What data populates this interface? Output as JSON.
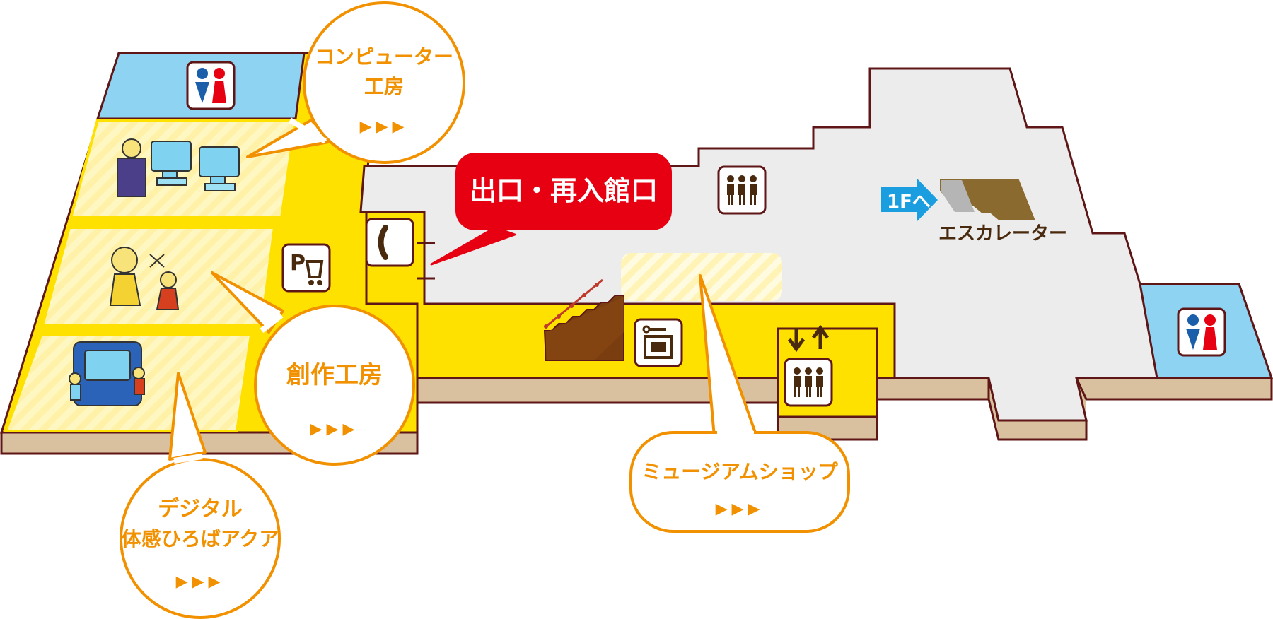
{
  "colors": {
    "outline": "#5e1616",
    "floor_gray": "#ececec",
    "corridor_yellow": "#ffe100",
    "room_stripe": "#fff7c2",
    "wall_tan": "#d9c09f",
    "water_blue": "#8ed3f2",
    "accent_orange": "#f29100",
    "exit_red": "#e60012",
    "arrow_blue": "#1a9ee0",
    "escalator_brown": "#8a6a2e"
  },
  "bubbles": {
    "computer": {
      "line1": "コンピューター",
      "line2": "工房",
      "arrows": "▶▶▶"
    },
    "creative": {
      "line1": "創作工房",
      "arrows": "▶▶▶"
    },
    "digital": {
      "line1": "デジタル",
      "line2": "体感ひろばアクア",
      "arrows": "▶▶▶"
    },
    "shop": {
      "line1": "ミュージアムショップ",
      "arrows": "▶▶▶"
    }
  },
  "exit_label": "出口・再入館口",
  "escalator": {
    "to_floor": "1Fへ",
    "label": "エスカレーター"
  },
  "icons": [
    "restroom-icon",
    "stroller-parking-icon",
    "telephone-icon",
    "elevator-icon",
    "coin-locker-icon",
    "stairs-icon",
    "escalator-icon"
  ]
}
